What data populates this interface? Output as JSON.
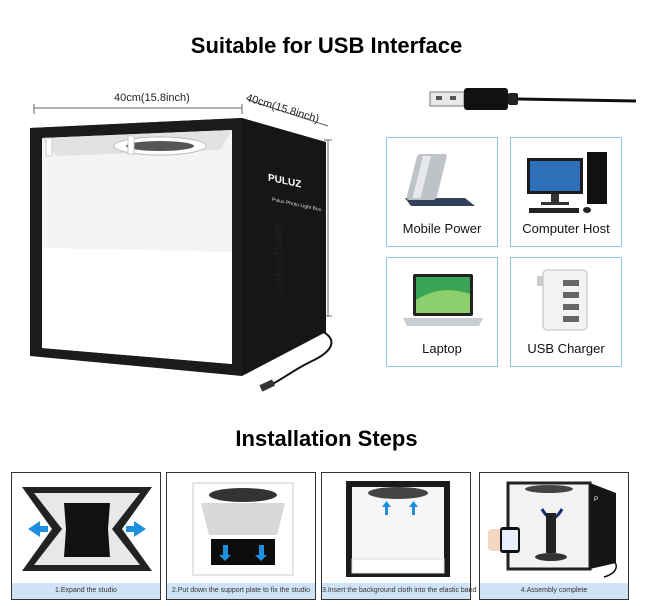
{
  "title_usb": "Suitable for USB Interface",
  "title_steps": "Installation Steps",
  "dimensions": {
    "width": "40cm(15.8inch)",
    "depth": "40cm(15.8inch)",
    "height": "40cm(15.8inch)"
  },
  "brand": {
    "logo": "PULUZ",
    "subtitle": "Pulux Photo Light Box"
  },
  "devices": [
    {
      "label": "Mobile Power",
      "icon": "power-bank-icon"
    },
    {
      "label": "Computer Host",
      "icon": "desktop-computer-icon"
    },
    {
      "label": "Laptop",
      "icon": "laptop-icon"
    },
    {
      "label": "USB Charger",
      "icon": "usb-charger-icon"
    }
  ],
  "steps": [
    {
      "caption": "1.Expand the studio"
    },
    {
      "caption": "2.Put down the support plate to fix the studio"
    },
    {
      "caption": "3.Insert the background cloth into the elastic band"
    },
    {
      "caption": "4.Assembly complete"
    }
  ],
  "colors": {
    "card_border": "#8ec7df",
    "caption_bg": "#cfe3f4",
    "arrow_blue": "#1e90e0",
    "box_black": "#161616"
  }
}
